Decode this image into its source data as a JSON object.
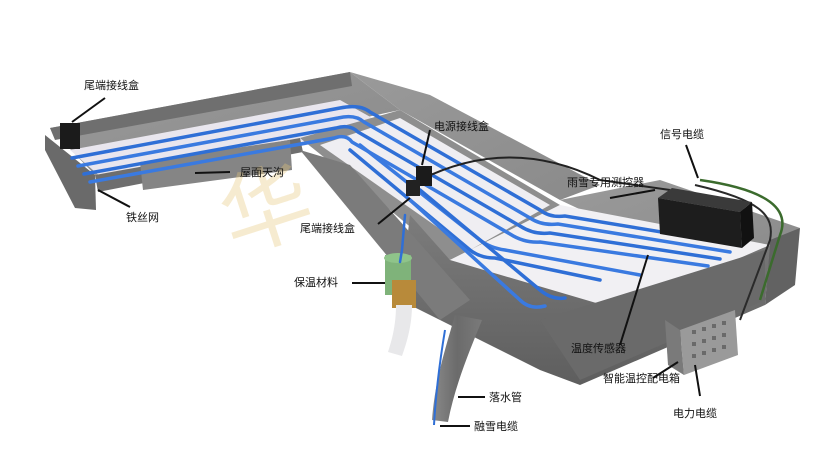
{
  "labels": {
    "tail_box_1": "尾端接线盒",
    "power_box": "电源接线盒",
    "signal_cable": "信号电缆",
    "roof_gutter": "屋面天沟",
    "rain_snow_controller": "雨雪专用测控器",
    "wire_mesh": "铁丝网",
    "tail_box_2": "尾端接线盒",
    "insulation": "保温材料",
    "temp_sensor": "温度传感器",
    "smart_box": "智能温控配电箱",
    "downpipe": "落水管",
    "power_cable": "电力电缆",
    "snow_cable": "融雪电缆"
  },
  "watermark_text": "华"
}
